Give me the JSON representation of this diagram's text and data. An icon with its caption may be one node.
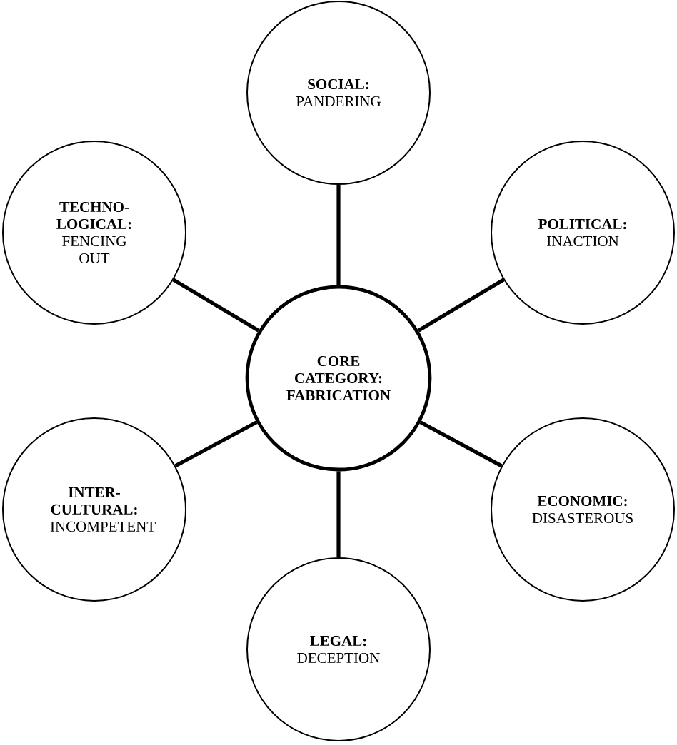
{
  "diagram": {
    "nodes": [
      {
        "text": [
          "SOCIAL:",
          "PANDERING"
        ]
      },
      {
        "text": [
          "TECHNO- LOGICAL:",
          "FENCING OUT"
        ]
      },
      {
        "text": [
          "POLITICAL:",
          "INACTION"
        ]
      },
      {
        "text": [
          "CORE CATEGORY: FABRICATION"
        ]
      },
      {
        "text": [
          "INTER- CULTURAL:",
          "INCOMPETENT"
        ]
      },
      {
        "text": [
          "ECONOMIC:",
          "DISASTEROUS"
        ]
      },
      {
        "text": [
          "LEGAL:",
          "DECEPTION"
        ]
      }
    ],
    "edges": [
      {
        "from": 3,
        "to": 0,
        "arrow": "none"
      },
      {
        "from": 3,
        "to": 1,
        "arrow": "none"
      },
      {
        "from": 3,
        "to": 2,
        "arrow": "none"
      },
      {
        "from": 3,
        "to": 4,
        "arrow": "none"
      },
      {
        "from": 3,
        "to": 5,
        "arrow": "none"
      },
      {
        "from": 3,
        "to": 6,
        "arrow": "none"
      }
    ]
  }
}
